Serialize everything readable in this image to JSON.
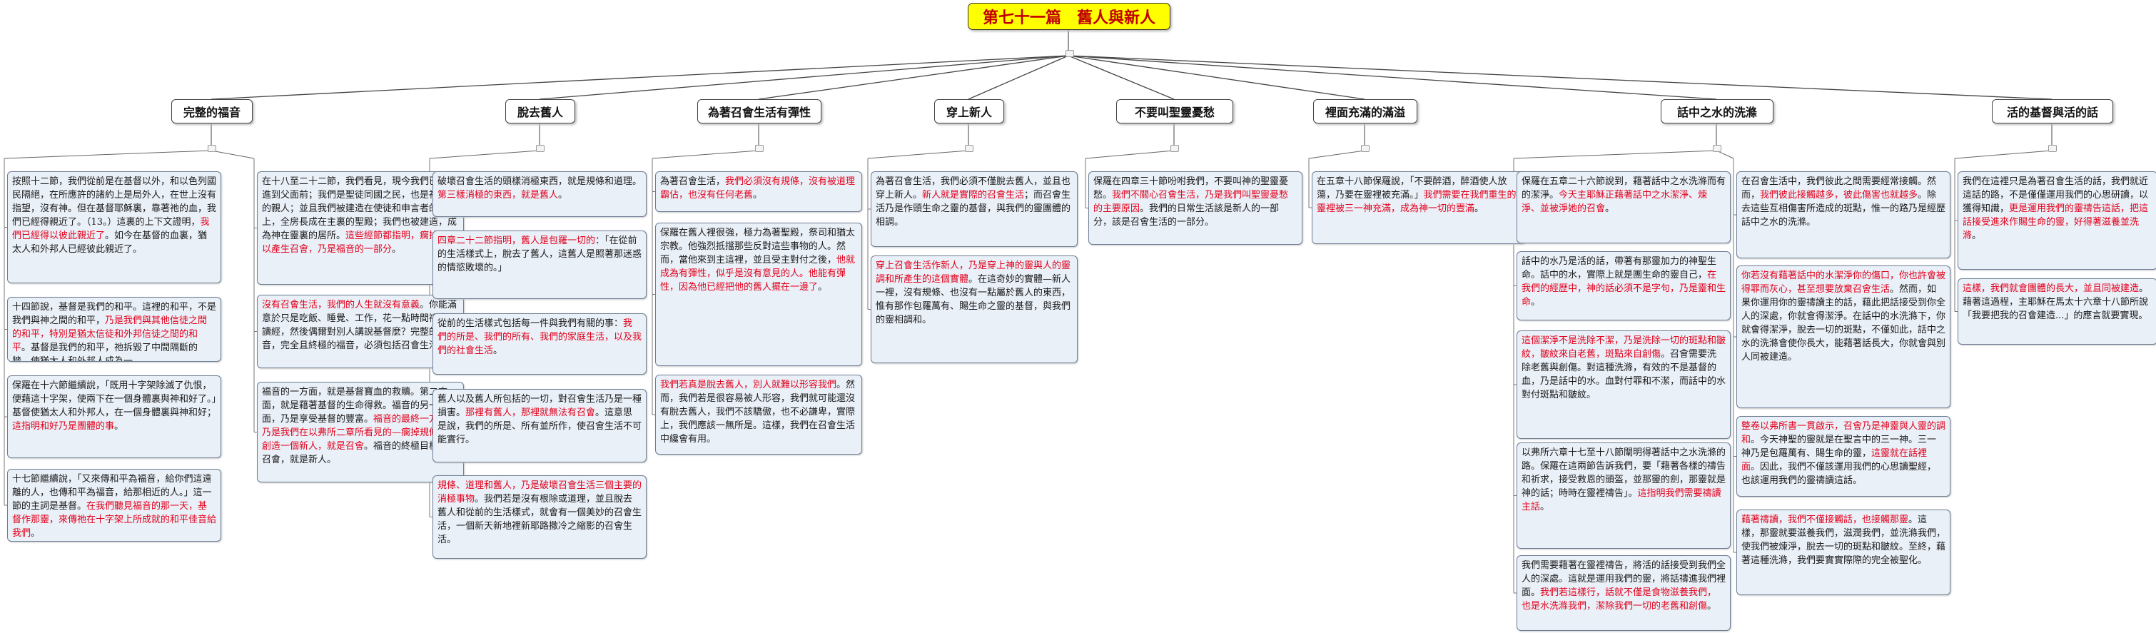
{
  "root": {
    "title": "第七十一篇　舊人與新人"
  },
  "colors": {
    "root_fill": "#ffff00",
    "root_text": "#c00000",
    "box_fill": "#eaf0f8",
    "highlight_text": "#e3001b",
    "body_text": "#1a1a1a"
  },
  "branches": [
    {
      "title": "完整的福音",
      "items": [
        {
          "segments": [
            {
              "t": "按照十二節，我們從前是在基督以外，和以色列國民隔絕，在所應許的諸約上是局外人，在世上沒有指望，沒有神。但在基督耶穌裏，靠著祂的血，我們已經得親近了。（13。）這裏的上下文證明，",
              "c": "black"
            },
            {
              "t": "我們已經得以彼此親近了",
              "c": "red"
            },
            {
              "t": "。如今在基督的血裏，猶太人和外邦人已經彼此親近了。",
              "c": "black"
            }
          ]
        },
        {
          "segments": [
            {
              "t": "十四節說，基督是我們的和平。這裡的和平，不是我們與神之間的和平，",
              "c": "black"
            },
            {
              "t": "乃是我們與其他信徒之間的和平，特別是猶太信徒和外邦信徒之間的和平",
              "c": "red"
            },
            {
              "t": "。基督是我們的和平，祂拆毀了中間隔斷的牆，使猶太人和外邦人成為一。",
              "c": "black"
            }
          ]
        },
        {
          "segments": [
            {
              "t": "保羅在十六節繼續說，「既用十字架除滅了仇恨，便藉這十字架，使兩下在一個身體裏與神和好了。」基督使猶太人和外邦人，在一個身體裏與神和好；",
              "c": "black"
            },
            {
              "t": "這指明和好乃是團體的事",
              "c": "red"
            },
            {
              "t": "。",
              "c": "black"
            }
          ]
        },
        {
          "segments": [
            {
              "t": "十七節繼續說，「又來傳和平為福音，給你們這遠離的人，也傳和平為福音，給那相近的人。」這一節的主詞是基督。",
              "c": "black"
            },
            {
              "t": "在我們聽見福音的那一天，基督作那靈，來傳祂在十字架上所成就的和平佳音給我們",
              "c": "red"
            },
            {
              "t": "。",
              "c": "black"
            }
          ]
        },
        {
          "segments": [
            {
              "t": "在十八至二十二節，我們看見，現今我們已經得進到父面前；我們是聖徒同國之民，也是神家裏的親人；並且我們被建造在使徒和申言者的根基上，全房長成在主裏的聖殿；我們也被建造，成為神在靈裏的居所。",
              "c": "black"
            },
            {
              "t": "這些經節都指明，瘸掉規條以產生召會，乃是福音的一部分",
              "c": "red"
            },
            {
              "t": "。",
              "c": "black"
            }
          ]
        },
        {
          "segments": [
            {
              "t": "沒有召會生活，我們的人生就沒有意義",
              "c": "red"
            },
            {
              "t": "。你能滿意於只是吃飯、睡覺、工作，花一點時間禱告、讀經，然後偶爾對別人講說基督麼？完整的福音，完全且終極的福音，必須包括召會生活。",
              "c": "black"
            }
          ]
        },
        {
          "segments": [
            {
              "t": "福音的一方面，就是基督寶血的救贖。第二方面，就是藉著基督的生命得救。福音的另一方面，乃是享受基督的豐富。",
              "c": "black"
            },
            {
              "t": "福音的最終一方面，乃是我們在以弗所二章所看見的—瘸掉規條為著創造一個新人，就是召會",
              "c": "red"
            },
            {
              "t": "。福音的終極目標乃是召會，就是新人。",
              "c": "black"
            }
          ]
        }
      ]
    },
    {
      "title": "脫去舊人",
      "items": [
        {
          "segments": [
            {
              "t": "破壞召會生活的頭樣消極東西，就是規條和道理。",
              "c": "black"
            },
            {
              "t": "第三樣消極的東西，就是舊人",
              "c": "red"
            },
            {
              "t": "。",
              "c": "black"
            }
          ]
        },
        {
          "segments": [
            {
              "t": "四章二十二節指明，舊人是包羅一切的",
              "c": "red"
            },
            {
              "t": "：「在從前的生活樣式上，脫去了舊人，這舊人是照著那迷惑的情慾敗壞的。」",
              "c": "black"
            }
          ]
        },
        {
          "segments": [
            {
              "t": "從前的生活樣式包括每一件與我們有關的事：",
              "c": "black"
            },
            {
              "t": "我們的所是、我們的所有、我們的家庭生活，以及我們的社會生活",
              "c": "red"
            },
            {
              "t": "。",
              "c": "black"
            }
          ]
        },
        {
          "segments": [
            {
              "t": "舊人以及舊人所包括的一切，對召會生活乃是一種損害。",
              "c": "black"
            },
            {
              "t": "那裡有舊人，那裡就無法有召會",
              "c": "red"
            },
            {
              "t": "。這意思是說，我們的所是、所有並所作，使召會生活不可能實行。",
              "c": "black"
            }
          ]
        },
        {
          "segments": [
            {
              "t": "規條、道理和舊人，乃是破壞召會生活三個主要的消極事物",
              "c": "red"
            },
            {
              "t": "。我們若是沒有根除或道理，並且脫去舊人和從前的生活樣式，就會有一個美妙的召會生活，一個新天新地裡新耶路撒冷之縮影的召會生活。",
              "c": "black"
            }
          ]
        }
      ]
    },
    {
      "title": "為著召會生活有彈性",
      "items": [
        {
          "segments": [
            {
              "t": "為著召會生活，",
              "c": "black"
            },
            {
              "t": "我們必須沒有規條，沒有被道理霸佔，也沒有任何老舊",
              "c": "red"
            },
            {
              "t": "。",
              "c": "black"
            }
          ]
        },
        {
          "segments": [
            {
              "t": "保羅在舊人裡很強，極力為著聖殿，祭司和猶太宗教。他強烈抵擋那些反對這些事物的人。然而，當他來到主這裡，並且受主對付之後，",
              "c": "black"
            },
            {
              "t": "他就成為有彈性，似乎是沒有意見的人。他能有彈性，因為他已經把他的舊人擺在一邊了",
              "c": "red"
            },
            {
              "t": "。",
              "c": "black"
            }
          ]
        },
        {
          "segments": [
            {
              "t": "我們若真是脫去舊人，別人就難以形容我們",
              "c": "red"
            },
            {
              "t": "。然而，我們若是很容易被人形容，我們就可能還沒有脫去舊人，我們不該驕傲，也不必謙卑，實際上，我們應該一無所是。這樣，我們在召會生活中纔會有用。",
              "c": "black"
            }
          ]
        }
      ]
    },
    {
      "title": "穿上新人",
      "items": [
        {
          "segments": [
            {
              "t": "為著召會生活，我們必須不僅脫去舊人，並且也穿上新人。",
              "c": "black"
            },
            {
              "t": "新人就是實際的召會生活",
              "c": "red"
            },
            {
              "t": "；而召會生活乃是作頭生命之靈的基督，與我們的靈團體的相調。",
              "c": "black"
            }
          ]
        },
        {
          "segments": [
            {
              "t": "穿上召會生活作新人，乃是穿上神的靈與人的靈調和所產生的這個實體",
              "c": "red"
            },
            {
              "t": "。在這奇妙的實體—新人一裡，沒有規條、也沒有一點屬於舊人的東西，惟有那作包羅萬有、賜生命之靈的基督，與我們的靈相調和。",
              "c": "black"
            }
          ]
        }
      ]
    },
    {
      "title": "不要叫聖靈憂愁",
      "items": [
        {
          "segments": [
            {
              "t": "保羅在四章三十節吩咐我們，不要叫神的聖靈憂愁。",
              "c": "black"
            },
            {
              "t": "我們不關心召會生活，乃是我們叫聖靈憂愁的主要原因",
              "c": "red"
            },
            {
              "t": "。我們的日常生活該是新人的一部分，該是召會生活的一部分。",
              "c": "black"
            }
          ]
        }
      ]
    },
    {
      "title": "裡面充滿的滿溢",
      "items": [
        {
          "segments": [
            {
              "t": "在五章十八節保羅說，「不要醉酒，醉酒使人放蕩，乃要在靈裡被充滿。」",
              "c": "black"
            },
            {
              "t": "我們需要在我們重生的靈裡被三一神充滿，成為神一切的豐滿",
              "c": "red"
            },
            {
              "t": "。",
              "c": "black"
            }
          ]
        }
      ]
    },
    {
      "title": "話中之水的洗滌",
      "items": [
        {
          "segments": [
            {
              "t": "保羅在五章二十六節說到，藉著話中之水洗滌而有的潔淨。",
              "c": "black"
            },
            {
              "t": "今天主耶穌正藉著話中之水潔淨、煉淨、並被淨她的召會",
              "c": "red"
            },
            {
              "t": "。",
              "c": "black"
            }
          ]
        },
        {
          "segments": [
            {
              "t": "話中的水乃是活的話，帶著有那靈加力的神聖生命。話中的水，實際上就是團生命的靈自己，",
              "c": "black"
            },
            {
              "t": "在我們的經歷中，神的話必須不是字句，乃是靈和生命",
              "c": "red"
            },
            {
              "t": "。",
              "c": "black"
            }
          ]
        },
        {
          "segments": [
            {
              "t": "這個潔淨不是洗除不潔，乃是洗除一切的斑點和皺紋，皺紋來自老舊，斑點來自創傷",
              "c": "red"
            },
            {
              "t": "。召會需要洗除老舊與創傷。對這種洗滌，有效的不是基督的血，乃是話中的水。血對付罪和不潔，而話中的水對付斑點和皺紋。",
              "c": "black"
            }
          ]
        },
        {
          "segments": [
            {
              "t": "以弗所六章十七至十八節闡明得著話中之水洗滌的路。保羅在這兩節告訴我們，要「藉著各樣的禱告和祈求，接受救恩的頭盔，並那靈的劍，那靈就是神的話；時時在靈裡禱告」。",
              "c": "black"
            },
            {
              "t": "這指明我們需要禱讀主話",
              "c": "red"
            },
            {
              "t": "。",
              "c": "black"
            }
          ]
        },
        {
          "segments": [
            {
              "t": "我們需要藉著在靈裡禱告，將活的話接受到我們全人的深處。這就是運用我們的靈，將話禱進我們裡面。",
              "c": "black"
            },
            {
              "t": "我們若這樣行，話就不僅是食物滋養我們，也是水洗滌我們，潔除我們一切的老舊和創傷",
              "c": "red"
            },
            {
              "t": "。",
              "c": "black"
            }
          ]
        },
        {
          "segments": [
            {
              "t": "在召會生活中，我們彼此之間需要經常接觸。然而，",
              "c": "black"
            },
            {
              "t": "我們彼此接觸越多，彼此傷害也就越多",
              "c": "red"
            },
            {
              "t": "。除去這些互相傷害所造成的斑點，惟一的路乃是經歷話中之水的洗滌。",
              "c": "black"
            }
          ]
        },
        {
          "segments": [
            {
              "t": "你若沒有藉著話中的水潔淨你的傷口，你也許會被得罪而灰心，甚至想要放棄召會生活",
              "c": "red"
            },
            {
              "t": "。然而，如果你運用你的靈禱讀主的話，藉此把話接受到你全人的深處，你就會得潔淨。在話中的水洗滌下，你就會得潔淨，脫去一切的斑點，不僅如此，話中之水的洗滌會使你長大，能藉著話長大，你就會與別人同被建造。",
              "c": "black"
            }
          ]
        },
        {
          "segments": [
            {
              "t": "整卷以弗所書一貫啟示，召會乃是神靈與人靈的調和",
              "c": "red"
            },
            {
              "t": "。今天神聖的靈就是在聖言中的三一神。三一神乃是包羅萬有、賜生命的靈，",
              "c": "black"
            },
            {
              "t": "這靈就在話裡面",
              "c": "red"
            },
            {
              "t": "。因此，我們不僅該運用我們的心思讀聖經，也該運用我們的靈禱讀這話。",
              "c": "black"
            }
          ]
        },
        {
          "segments": [
            {
              "t": "藉著禱讀，我們不僅接觸話，也接觸那靈",
              "c": "red"
            },
            {
              "t": "。這樣，那靈就要滋養我們，滋潤我們，並洗滌我們，使我們被煉淨，脫去一切的斑點和皺紋。至終，藉著這種洗滌，我們要實實際際的完全被聖化。",
              "c": "black"
            }
          ]
        }
      ]
    },
    {
      "title": "活的基督與活的話",
      "items": [
        {
          "segments": [
            {
              "t": "我們在這裡只是為著召會生活的話，我們就近這話的路，不是僅僅運用我們的心思研讀，以獲得知識，",
              "c": "black"
            },
            {
              "t": "更是運用我們的靈禱告這話，把這話接受進來作賜生命的靈，好得著滋養並洗滌",
              "c": "red"
            },
            {
              "t": "。",
              "c": "black"
            }
          ]
        },
        {
          "segments": [
            {
              "t": "這樣，我們就會團體的長大，並且同被建造",
              "c": "red"
            },
            {
              "t": "。藉著這過程，主耶穌在馬太十六章十八節所說「我要把我的召會建造...」的應言就要實現。",
              "c": "black"
            }
          ]
        }
      ]
    }
  ]
}
